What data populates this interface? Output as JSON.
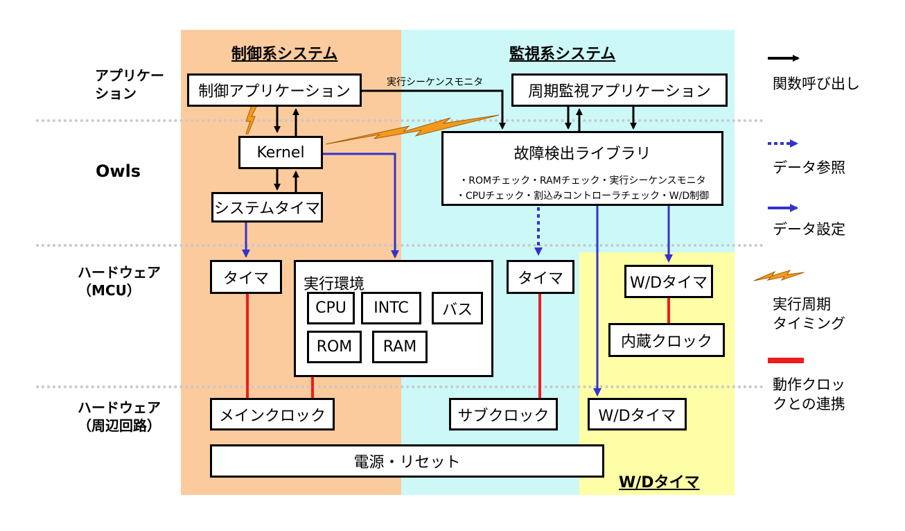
{
  "colors": {
    "control_bg": "#fbcb9e",
    "monitor_bg": "#cdf8f8",
    "wd_bg": "#fefea6",
    "call_arrow": "#000000",
    "data_arrow": "#3333cc",
    "clock_link": "#ee1c1c",
    "bolt": "#f39a1e"
  },
  "regions": {
    "control_title": "制御系システム",
    "monitor_title": "監視系システム",
    "wd_title": "W/Dタイマ"
  },
  "layers": {
    "application": "アプリケー\nション",
    "owls": "Owls",
    "hw_mcu": "ハードウェア\n（MCU）",
    "hw_peripheral": "ハードウェア\n（周辺回路）"
  },
  "nodes": {
    "control_app": "制御アプリケーション",
    "monitor_app": "周期監視アプリケーション",
    "kernel": "Kernel",
    "system_timer": "システムタイマ",
    "fault_lib_title": "故障検出ライブラリ",
    "fault_lib_line1": "・ROMチェック・RAMチェック・実行シーケンスモニタ",
    "fault_lib_line2": "・CPUチェック・割込みコントローラチェック・W/D制御",
    "timer_left": "タイマ",
    "exec_env": "実行環境",
    "cpu": "CPU",
    "intc": "INTC",
    "bus": "バス",
    "rom": "ROM",
    "ram": "RAM",
    "timer_mid": "タイマ",
    "wd_timer_mcu": "W/Dタイマ",
    "internal_clock": "内蔵クロック",
    "main_clock": "メインクロック",
    "sub_clock": "サブクロック",
    "wd_timer_periph": "W/Dタイマ",
    "power_reset": "電源・リセット",
    "seq_monitor_label": "実行シーケンスモニタ"
  },
  "legend": {
    "function_call": "関数呼び出し",
    "data_ref": "データ参照",
    "data_set": "データ設定",
    "exec_timing": "実行周期\nタイミング",
    "clock_link": "動作クロッ\nクとの連携"
  }
}
